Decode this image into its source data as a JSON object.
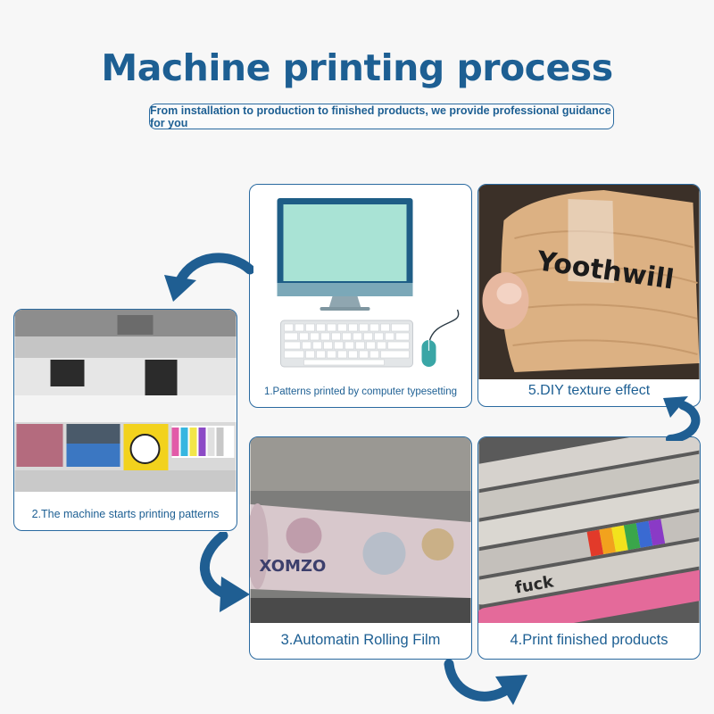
{
  "header": {
    "title": "Machine printing process",
    "subtitle": "From installation to production to finished products, we provide professional guidance for you"
  },
  "steps": [
    {
      "caption": "1.Patterns printed by computer typesetting"
    },
    {
      "caption": "2.The machine starts printing patterns"
    },
    {
      "caption": "3.Automatin Rolling Film"
    },
    {
      "caption": "4.Print finished products"
    },
    {
      "caption": "5.DIY texture effect"
    }
  ],
  "photo_text": {
    "brand_logo": "Yoothwill",
    "roll_brand": "XOMZO",
    "sticker_word": "fuck"
  },
  "colors": {
    "primary": "#1d5f93",
    "arrow": "#1f5e92",
    "monitor_screen": "#a9e3d5",
    "monitor_frame": "#1e5d86"
  }
}
